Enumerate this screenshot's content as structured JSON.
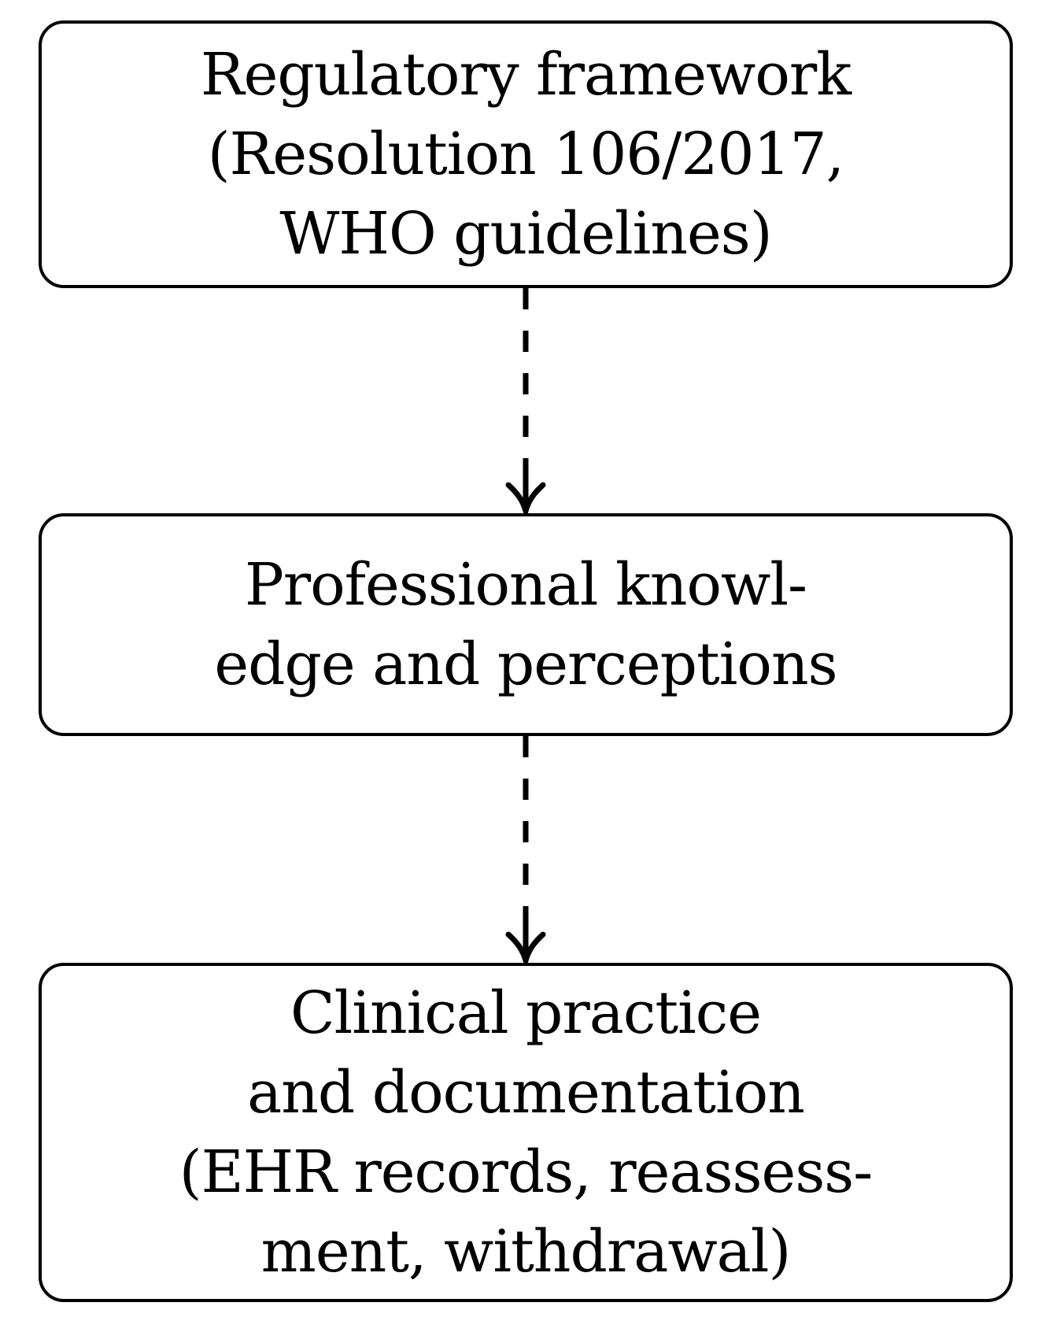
{
  "diagram": {
    "background_color": "#ffffff",
    "stroke_color": "#000000",
    "nodes": [
      {
        "id": "regulatory-framework",
        "lines": [
          "Regulatory framework",
          "(Resolution 106/2017,",
          "WHO guidelines)"
        ]
      },
      {
        "id": "professional-knowledge",
        "lines": [
          "Professional knowl-",
          "edge and perceptions"
        ]
      },
      {
        "id": "clinical-practice",
        "lines": [
          "Clinical practice",
          "and documentation",
          "(EHR records, reassess-",
          "ment, withdrawal)"
        ]
      }
    ],
    "connectors": [
      {
        "from": "regulatory-framework",
        "to": "professional-knowledge",
        "style": "dashed",
        "direction": "down"
      },
      {
        "from": "professional-knowledge",
        "to": "clinical-practice",
        "style": "dashed",
        "direction": "down"
      }
    ]
  }
}
